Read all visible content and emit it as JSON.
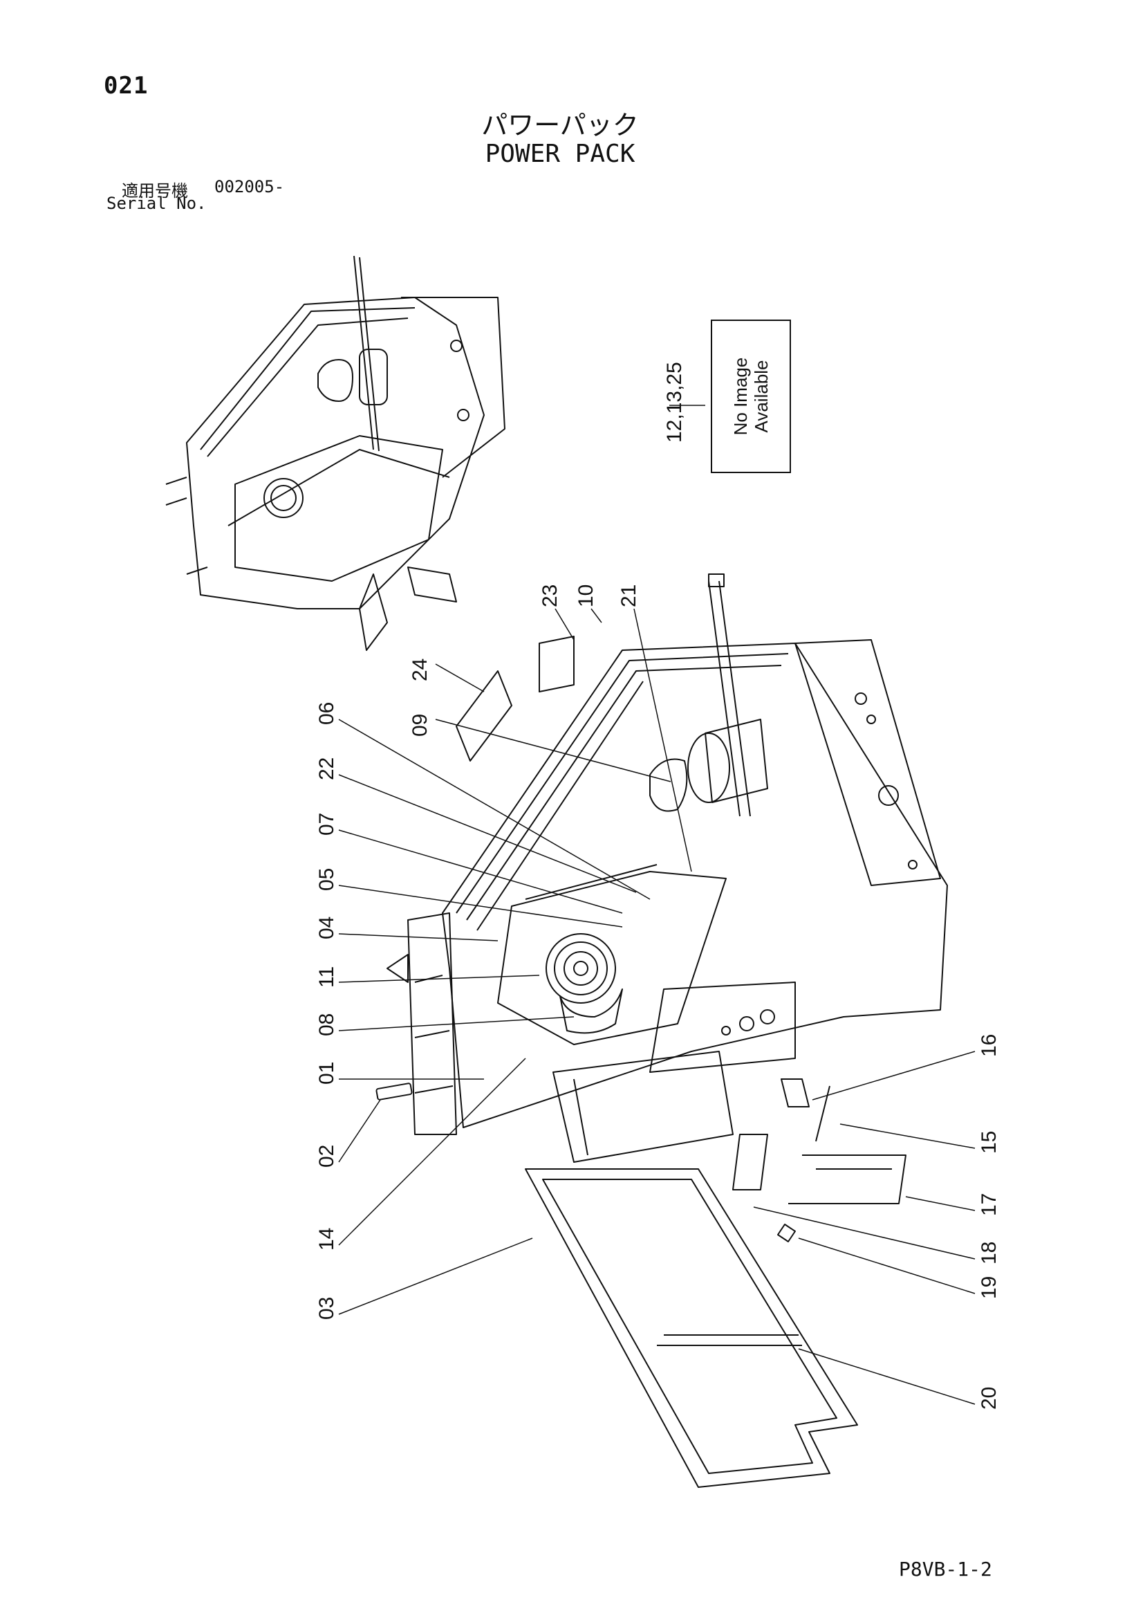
{
  "page": {
    "number": "021",
    "title_ja": "パワーパック",
    "title_en": "POWER PACK",
    "serial_label_ja": "適用号機",
    "serial_value": "002005-",
    "serial_label_en": "Serial No.",
    "doc_code": "P8VB-1-2"
  },
  "placeholder": {
    "line1": "No Image",
    "line2": "Available",
    "callout": "12,13,25"
  },
  "callouts": [
    "23",
    "10",
    "21",
    "24",
    "09",
    "06",
    "22",
    "07",
    "05",
    "04",
    "11",
    "08",
    "01",
    "02",
    "14",
    "03",
    "16",
    "15",
    "17",
    "18",
    "19",
    "20"
  ]
}
